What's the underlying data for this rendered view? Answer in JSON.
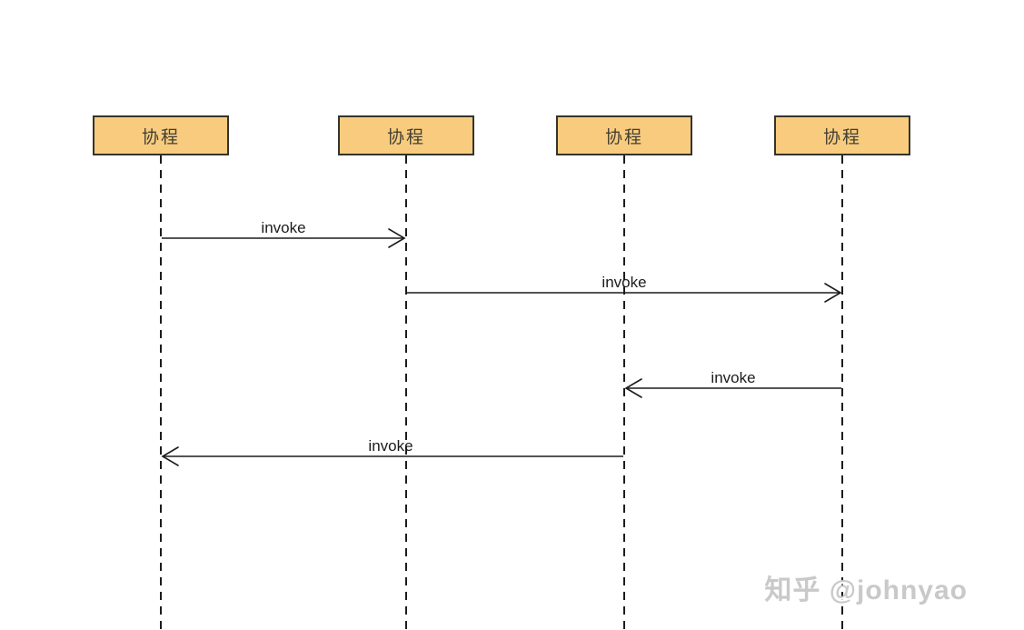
{
  "actors": [
    {
      "label": "协程"
    },
    {
      "label": "协程"
    },
    {
      "label": "协程"
    },
    {
      "label": "协程"
    }
  ],
  "messages": [
    {
      "label": "invoke",
      "from": 1,
      "to": 2,
      "direction": "right"
    },
    {
      "label": "invoke",
      "from": 2,
      "to": 4,
      "direction": "right"
    },
    {
      "label": "invoke",
      "from": 4,
      "to": 3,
      "direction": "left"
    },
    {
      "label": "invoke",
      "from": 3,
      "to": 1,
      "direction": "left"
    }
  ],
  "watermark": {
    "text": "知乎 @johnyao"
  },
  "colors": {
    "background": "#ffffff",
    "actor_fill": "#f8cb7e",
    "actor_border": "#35342c",
    "line": "#1c1c1c",
    "label": "#1c1c1c",
    "watermark": "#c9c9c9"
  }
}
